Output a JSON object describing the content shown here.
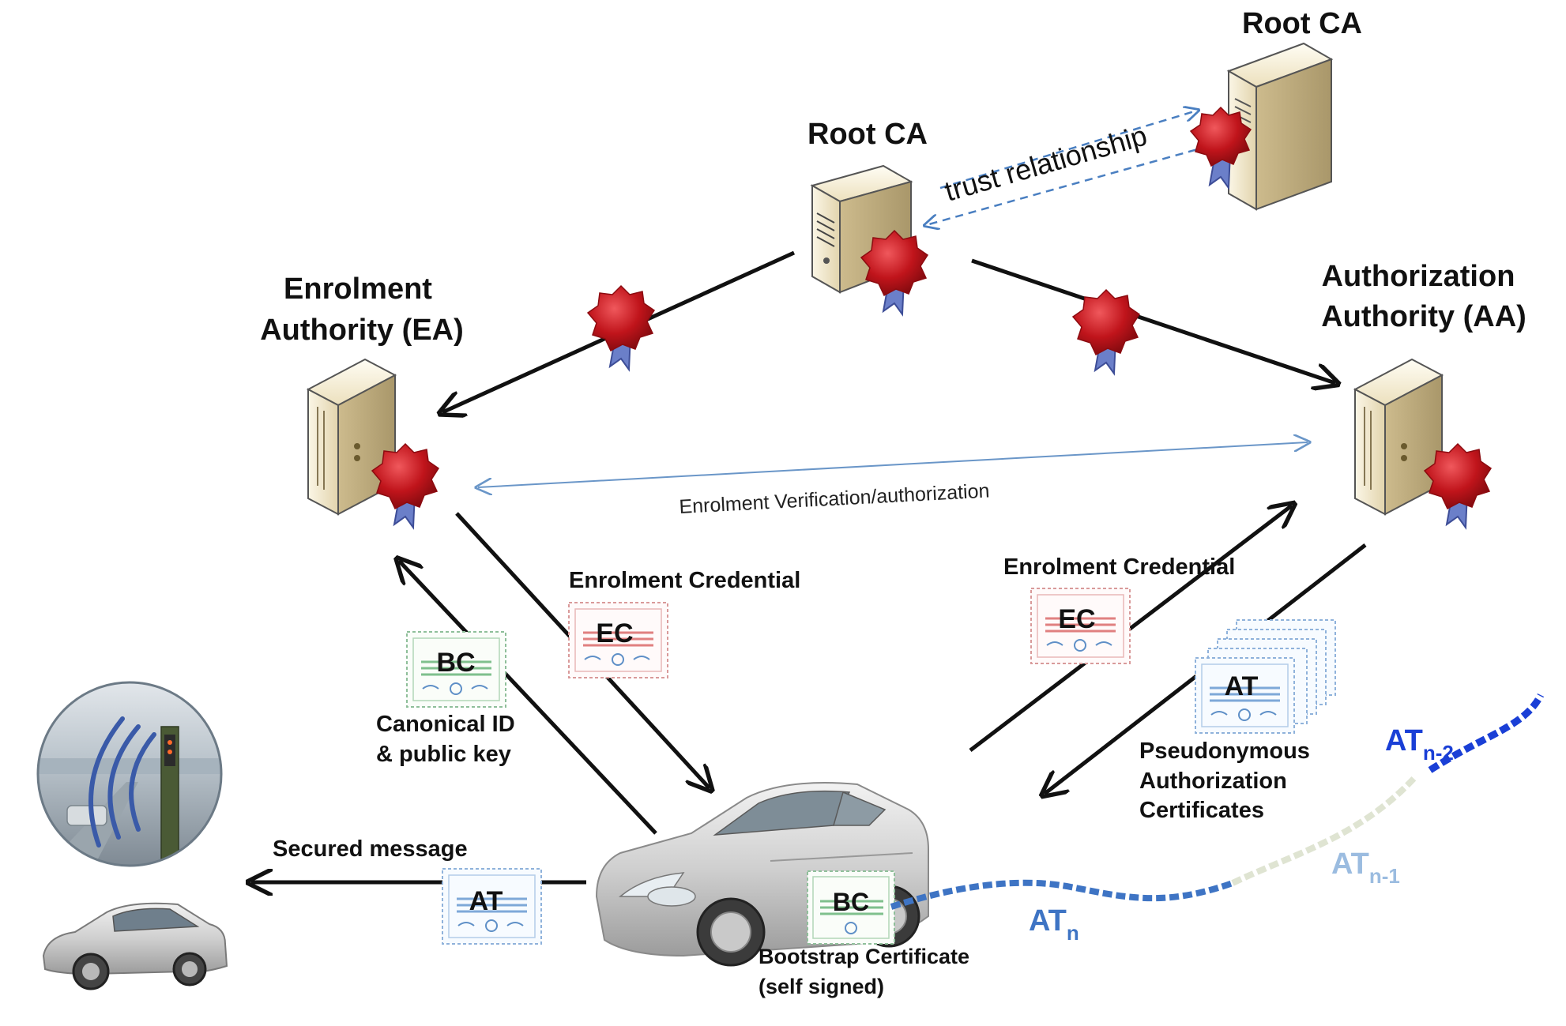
{
  "nodes": {
    "root_ca_main": {
      "title": "Root CA"
    },
    "root_ca_other": {
      "title": "Root CA"
    },
    "ea": {
      "title_line1": "Enrolment",
      "title_line2": "Authority  (EA)"
    },
    "aa": {
      "title_line1": "Authorization",
      "title_line2": "Authority  (AA)"
    }
  },
  "edges": {
    "trust": "trust relationship",
    "verification": "Enrolment Verification/authorization",
    "ec_left": "Enrolment Credential",
    "ec_right": "Enrolment Credential",
    "canonical_line1": "Canonical ID",
    "canonical_line2": "& public key",
    "pseudo_line1": "Pseudonymous",
    "pseudo_line2": "Authorization",
    "pseudo_line3": "Certificates",
    "secured": "Secured message",
    "bootstrap_line1": "Bootstrap Certificate",
    "bootstrap_line2": "(self signed)"
  },
  "certificates": {
    "bc_left": "BC",
    "ec_left": "EC",
    "ec_right": "EC",
    "at_stack": "AT",
    "at_message": "AT",
    "bc_car": "BC"
  },
  "trail": {
    "at_n": {
      "base": "AT",
      "sub": "n"
    },
    "at_n1": {
      "base": "AT",
      "sub": "n-1"
    },
    "at_n2": {
      "base": "AT",
      "sub": "n-2"
    }
  },
  "colors": {
    "arrow": "#111111",
    "trust_arrow": "#4a7fc1",
    "verification_arrow": "#6a96c8",
    "seal": "#c0141b",
    "trail_dark": "#1a3fd6",
    "trail_mid": "#3e74c4",
    "trail_light": "#9bbce0"
  }
}
